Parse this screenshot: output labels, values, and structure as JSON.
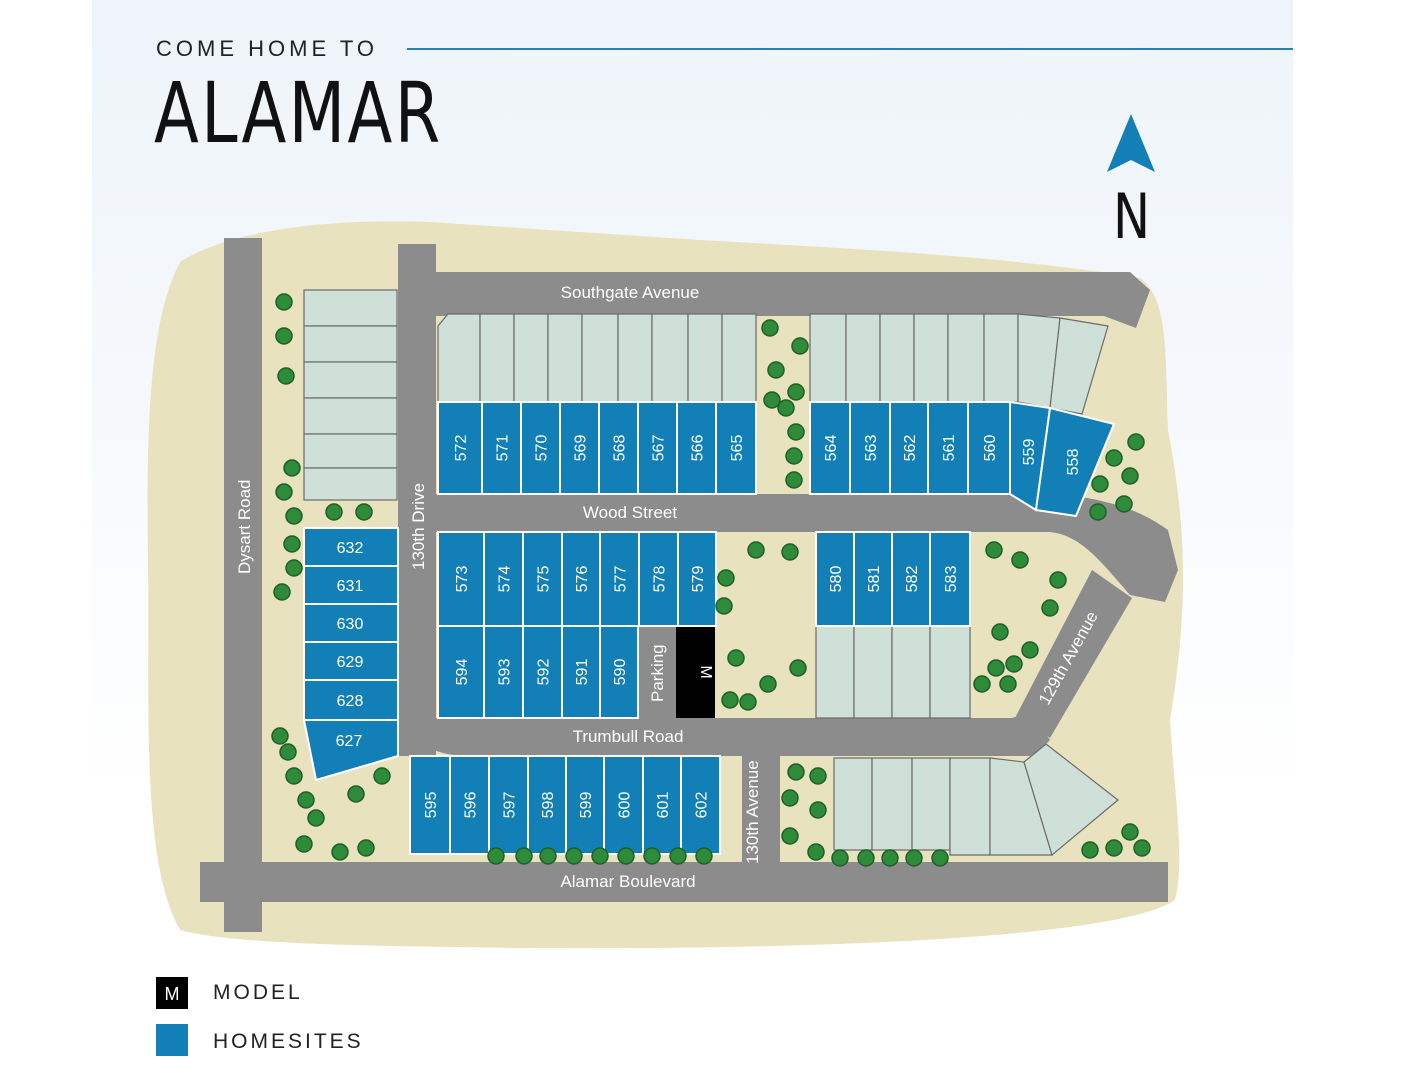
{
  "title": {
    "subtitle": "COME HOME TO",
    "name": "ALAMAR"
  },
  "compass": {
    "letter": "N",
    "color": "#1280b6"
  },
  "streets": {
    "southgate": "Southgate Avenue",
    "wood": "Wood Street",
    "trumbull": "Trumbull Road",
    "alamar": "Alamar Boulevard",
    "dysart": "Dysart Road",
    "drive130": "130th Drive",
    "ave130": "130th Avenue",
    "ave129": "129th Avenue"
  },
  "parking_label": "Parking",
  "model_marker": "M",
  "homesites": {
    "row_wood_north_west": [
      "572",
      "571",
      "570",
      "569",
      "568",
      "567",
      "566",
      "565"
    ],
    "row_wood_north_east": [
      "564",
      "563",
      "562",
      "561",
      "560",
      "559",
      "558"
    ],
    "row_wood_south_west": [
      "573",
      "574",
      "575",
      "576",
      "577",
      "578",
      "579"
    ],
    "row_wood_south_east": [
      "580",
      "581",
      "582",
      "583"
    ],
    "row_trumbull_north": [
      "594",
      "593",
      "592",
      "591",
      "590"
    ],
    "row_alamar_north": [
      "595",
      "596",
      "597",
      "598",
      "599",
      "600",
      "601",
      "602"
    ],
    "column_dysart": [
      "632",
      "631",
      "630",
      "629",
      "628",
      "627"
    ]
  },
  "legend": {
    "model_label": "MODEL",
    "homesites_label": "HOMESITES",
    "model_swatch_letter": "M"
  },
  "colors": {
    "homesite": "#1280b6",
    "road": "#8a8a8a",
    "land": "#e9e2bf",
    "model": "#000000",
    "tree": "#2e8b3a"
  }
}
